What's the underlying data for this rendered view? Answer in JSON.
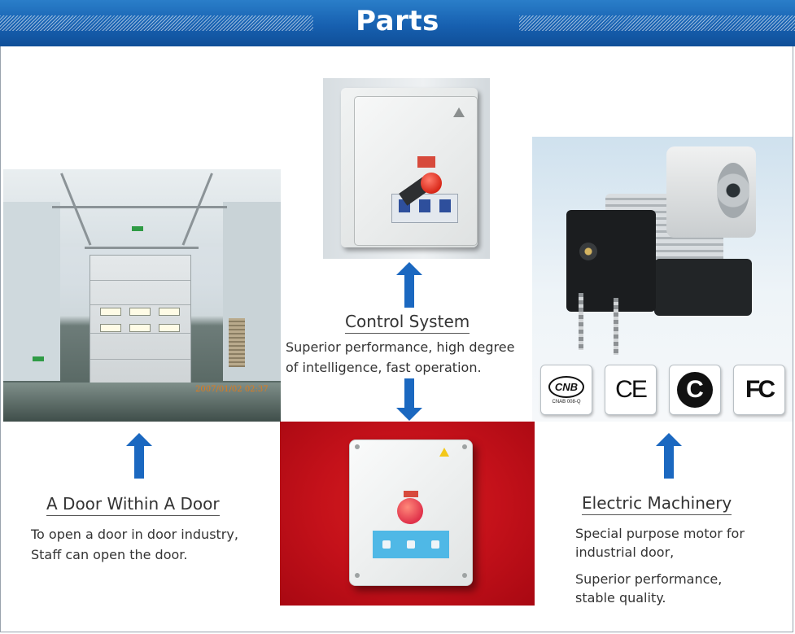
{
  "header": {
    "title": "Parts"
  },
  "control_system": {
    "heading": "Control System",
    "line1": "Superior performance, high degree",
    "line2": "of intelligence, fast operation."
  },
  "door_within_door": {
    "heading": "A Door Within A Door",
    "line1": "To open a door in door industry,",
    "line2": "Staff can open the door."
  },
  "electric_machinery": {
    "heading": "Electric Machinery",
    "line1": "Special purpose motor for",
    "line2": "industrial door,",
    "line3": "Superior performance,",
    "line4": "stable quality."
  },
  "door_photo": {
    "timestamp": "2007/01/02 02:37"
  },
  "certifications": [
    {
      "label": "CNB",
      "sub": "CNAB 008-Q"
    },
    {
      "label": "CE"
    },
    {
      "label": "C"
    },
    {
      "label": "FC"
    }
  ],
  "colors": {
    "header_blue": "#1760b0",
    "arrow_blue": "#1b68c0",
    "red_background": "#c4111a"
  }
}
